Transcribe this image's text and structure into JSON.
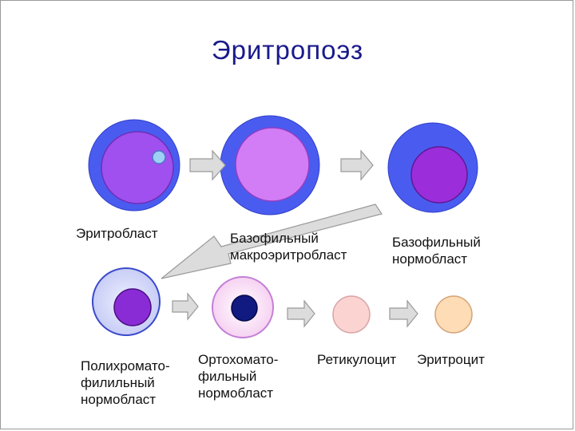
{
  "title": "Эритропоэз",
  "cells": [
    {
      "name": "erythroblast",
      "label": "Эритробласт"
    },
    {
      "name": "basophilic-macroerythroblast",
      "label": "Базофильный\nмакроэритробласт"
    },
    {
      "name": "basophilic-normoblast",
      "label": "Базофильный\nнормобласт"
    },
    {
      "name": "polychromatophilic-normoblast",
      "label": "Полихромато-\nфилильный\nнормобласт"
    },
    {
      "name": "orthochromatophilic-normoblast",
      "label": "Ортохомато-\nфильный\nнормобласт"
    },
    {
      "name": "reticulocyte",
      "label": "Ретикулоцит"
    },
    {
      "name": "erythrocyte",
      "label": "Эритроцит"
    }
  ],
  "colors": {
    "title": "#1a1a8c",
    "cytoplasm_blue": "#4a5cf0",
    "nucleus_violet": "#a050ef",
    "nucleus_pink_violet": "#d27cf5",
    "nucleus_deep_violet": "#9b2ddb",
    "polychromatophilic_cytoplasm": "#d8dcff",
    "orthochromatophilic_cytoplasm": "#fbe4f8",
    "orthochromatophilic_nucleus": "#101a80",
    "reticulocyte": "#fbd4d2",
    "erythrocyte": "#fddcb6",
    "arrow_fill": "#dcdcdc",
    "arrow_stroke": "#9a9a9a"
  }
}
